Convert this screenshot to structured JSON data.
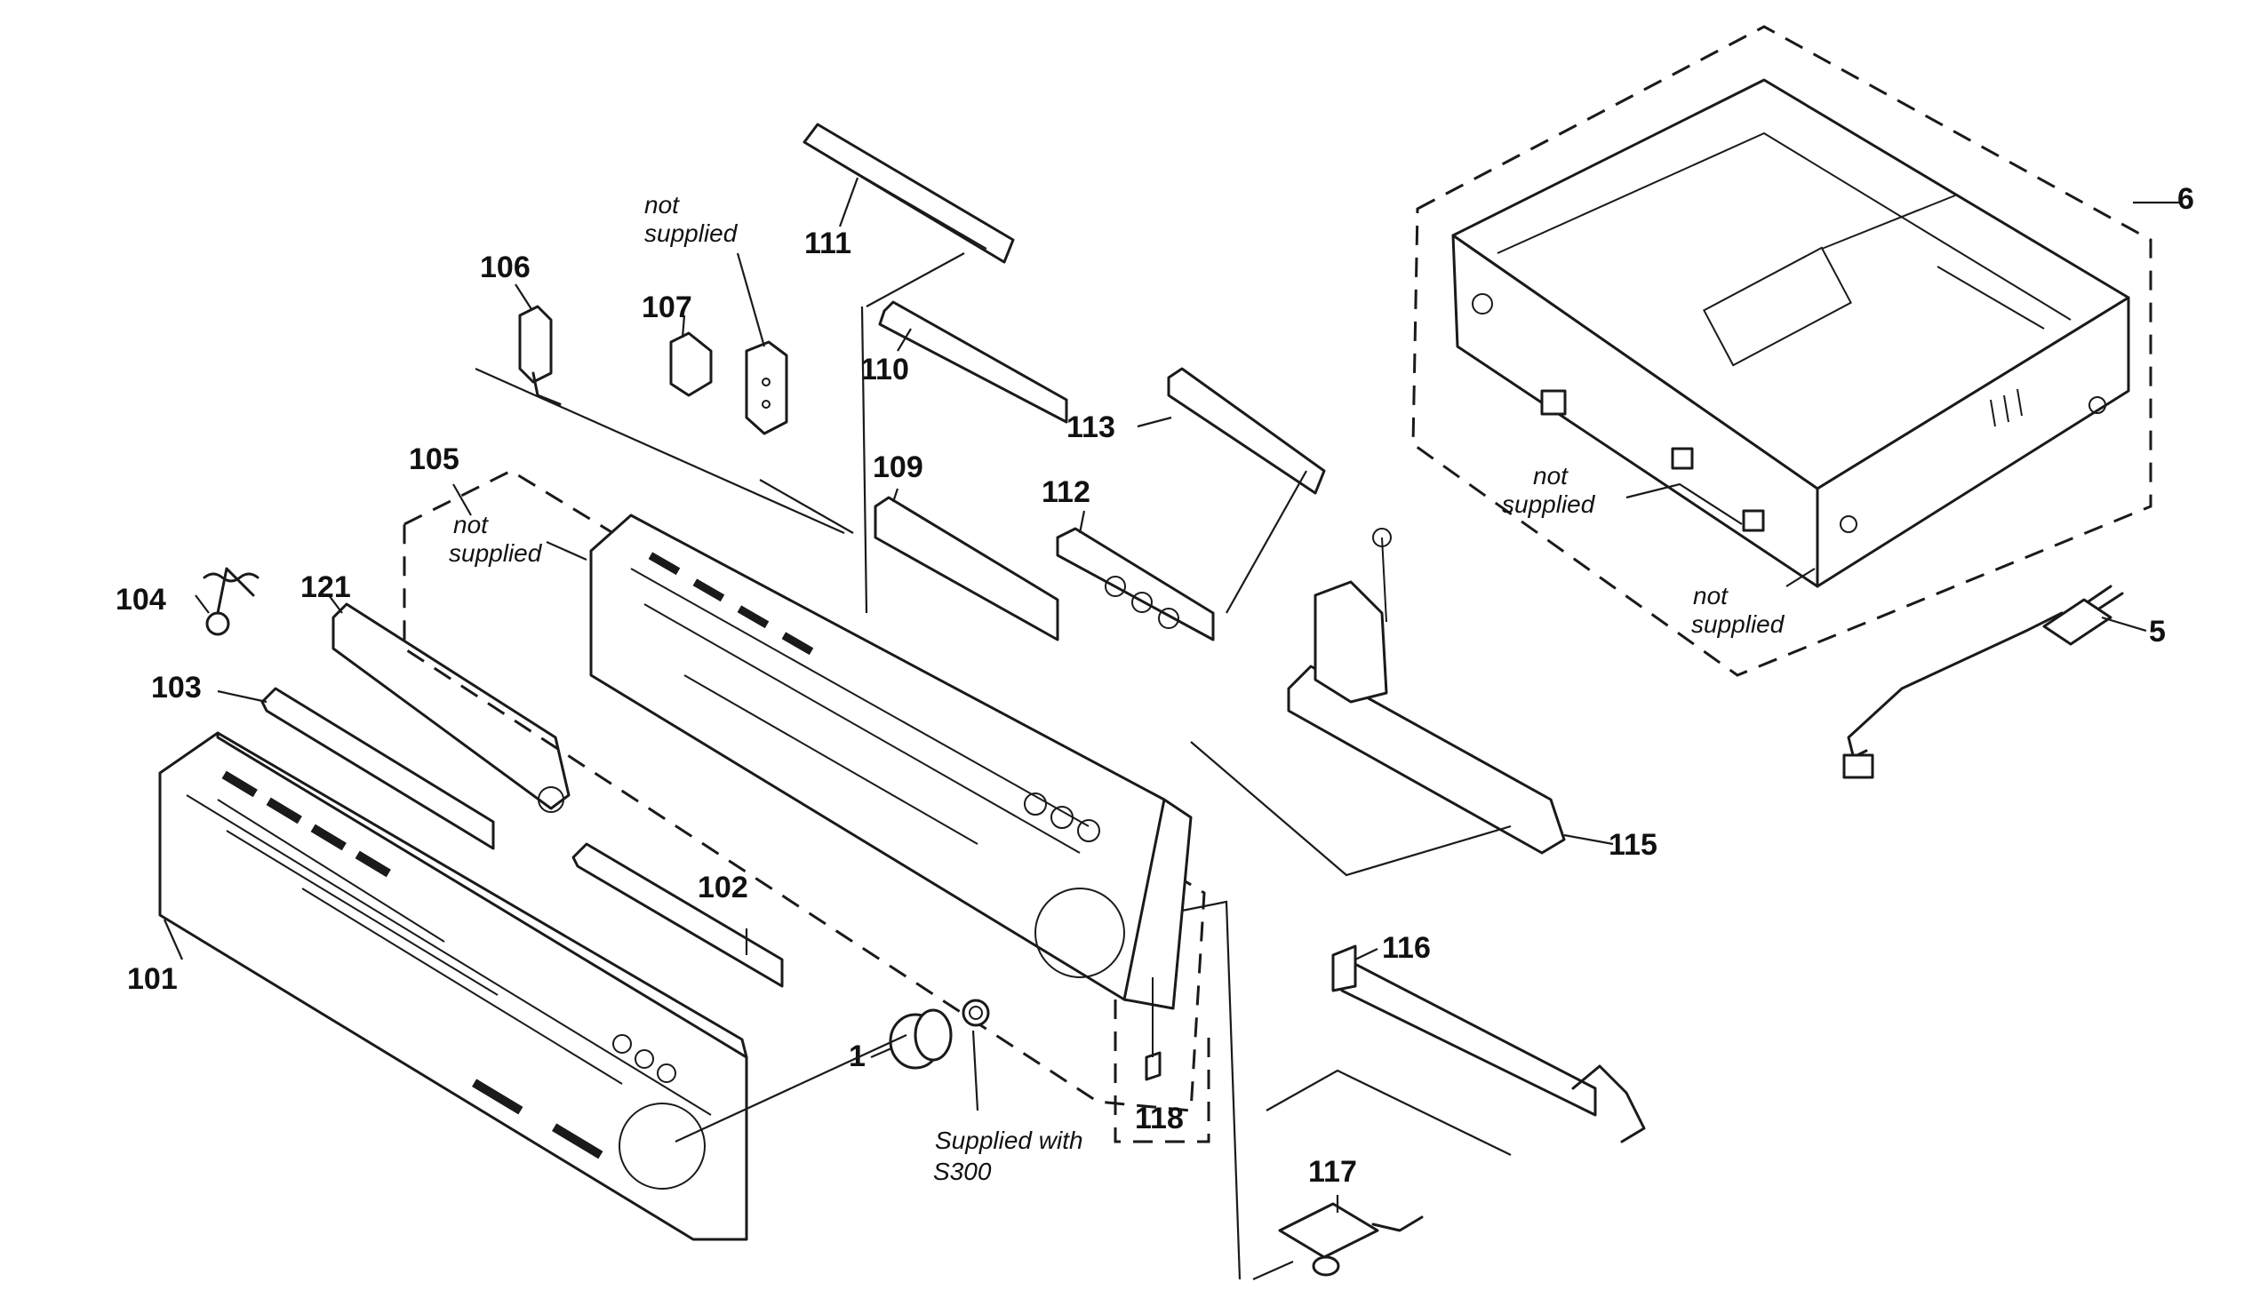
{
  "labels": {
    "p1": "1",
    "p5": "5",
    "p6": "6",
    "p101": "101",
    "p102": "102",
    "p103": "103",
    "p104": "104",
    "p105": "105",
    "p106": "106",
    "p107": "107",
    "p109": "109",
    "p110": "110",
    "p111": "111",
    "p112": "112",
    "p113": "113",
    "p115": "115",
    "p116": "116",
    "p117": "117",
    "p118": "118",
    "p121": "121"
  },
  "notes": {
    "not_supplied_a_line1": "not",
    "not_supplied_a_line2": "supplied",
    "not_supplied_b_line1": "not",
    "not_supplied_b_line2": "supplied",
    "not_supplied_c_line1": "not",
    "not_supplied_c_line2": "supplied",
    "not_supplied_d_line1": "not",
    "not_supplied_d_line2": "supplied",
    "supplied_with_line1": "Supplied with",
    "supplied_with_line2": "S300"
  }
}
